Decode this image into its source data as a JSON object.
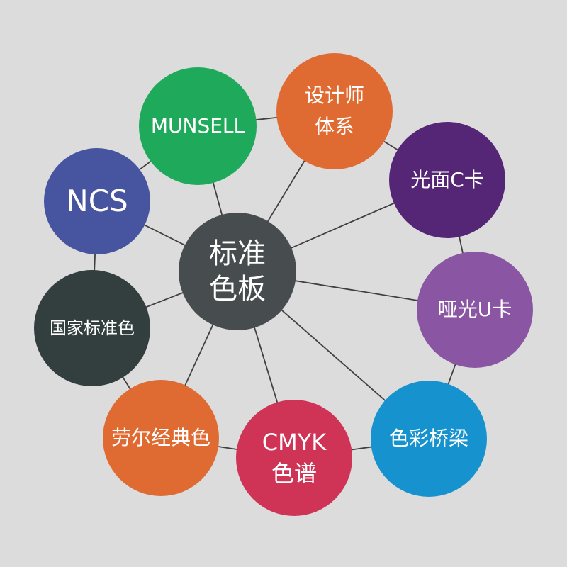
{
  "center": {
    "lines": [
      "标准",
      "色板"
    ],
    "color": "#474d4e"
  },
  "nodes": [
    {
      "id": "design-system",
      "lines": [
        "设计师",
        "体系"
      ],
      "color": "#e06b32"
    },
    {
      "id": "glossy-c-card",
      "lines": [
        "光面C卡"
      ],
      "color": "#562676"
    },
    {
      "id": "matte-u-card",
      "lines": [
        "哑光U卡"
      ],
      "color": "#8a56a3"
    },
    {
      "id": "color-bridge",
      "lines": [
        "色彩桥梁"
      ],
      "color": "#1693cf"
    },
    {
      "id": "cmyk-chart",
      "lines": [
        "CMYK",
        "色谱"
      ],
      "color": "#cf3356"
    },
    {
      "id": "ral-classic",
      "lines": [
        "劳尔经典色"
      ],
      "color": "#e06b32"
    },
    {
      "id": "national-standard",
      "lines": [
        "国家标准色"
      ],
      "color": "#323f3e"
    },
    {
      "id": "ncs",
      "lines": [
        "NCS"
      ],
      "color": "#4755a0"
    },
    {
      "id": "munsell",
      "lines": [
        "MUNSELL"
      ],
      "color": "#1fa95b"
    }
  ],
  "link_color": "#404040"
}
